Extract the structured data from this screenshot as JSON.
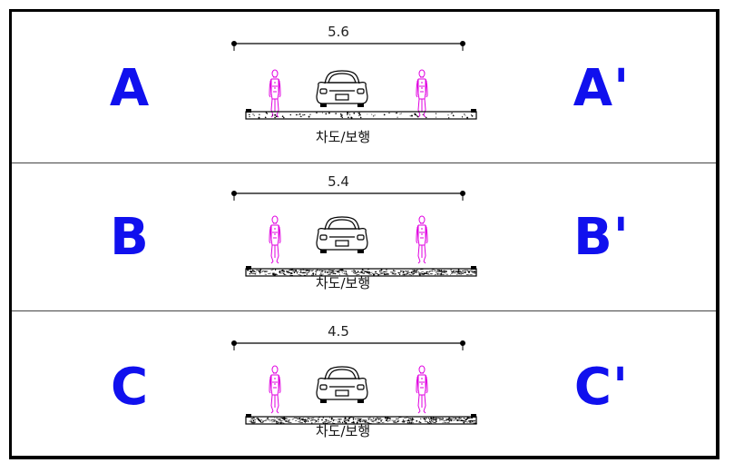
{
  "accent_color": "#1010ee",
  "pedestrian_color": "#e000e0",
  "sections": [
    {
      "left_label": "A",
      "right_label": "A'",
      "width": "5.6",
      "caption": "차도/보행",
      "hatch": "light"
    },
    {
      "left_label": "B",
      "right_label": "B'",
      "width": "5.4",
      "caption": "차도/보행",
      "hatch": "dense"
    },
    {
      "left_label": "C",
      "right_label": "C'",
      "width": "4.5",
      "caption": "차도/보행",
      "hatch": "dense"
    }
  ]
}
